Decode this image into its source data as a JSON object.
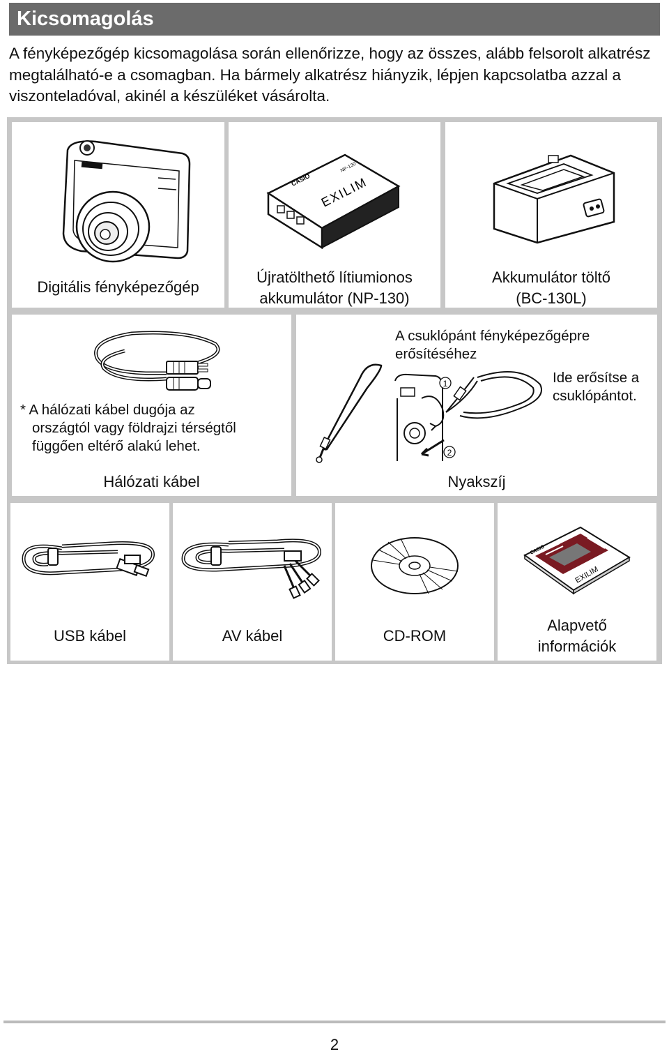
{
  "header": {
    "title": "Kicsomagolás"
  },
  "intro": {
    "text": "A fényképezőgép kicsomagolása során ellenőrizze, hogy az összes, alább felsorolt alkatrész megtalálható-e a csomagban. Ha bármely alkatrész hiányzik, lépjen kapcsolatba azzal a viszonteladóval, akinél a készüléket vásárolta."
  },
  "items": {
    "camera": {
      "caption": "Digitális fényképezőgép"
    },
    "battery": {
      "caption_line1": "Újratölthető lítiumionos",
      "caption_line2": "akkumulátor (NP-130)",
      "brand": "CASIO",
      "logo": "EXILIM",
      "model": "NP-130"
    },
    "charger": {
      "caption_line1": "Akkumulátor töltő",
      "caption_line2": "(BC-130L)"
    },
    "power_cable": {
      "caption": "Hálózati kábel",
      "note_line1": "* A hálózati kábel dugója az",
      "note_line2": "országtól vagy földrajzi térségtől",
      "note_line3": "függően eltérő alakú lehet."
    },
    "strap": {
      "caption": "Nyakszíj",
      "instruction_line1": "A csuklópánt fényképezőgépre",
      "instruction_line2": "erősítéséhez",
      "attach_line1": "Ide erősítse a",
      "attach_line2": "csuklópántot.",
      "step1": "1",
      "step2": "2"
    },
    "usb": {
      "caption": "USB kábel"
    },
    "av": {
      "caption": "AV kábel"
    },
    "cdrom": {
      "caption": "CD-ROM"
    },
    "basic_info": {
      "caption_line1": "Alapvető",
      "caption_line2": "információk",
      "brand": "CASIO",
      "logo": "EXILIM"
    }
  },
  "footer": {
    "page_number": "2"
  }
}
